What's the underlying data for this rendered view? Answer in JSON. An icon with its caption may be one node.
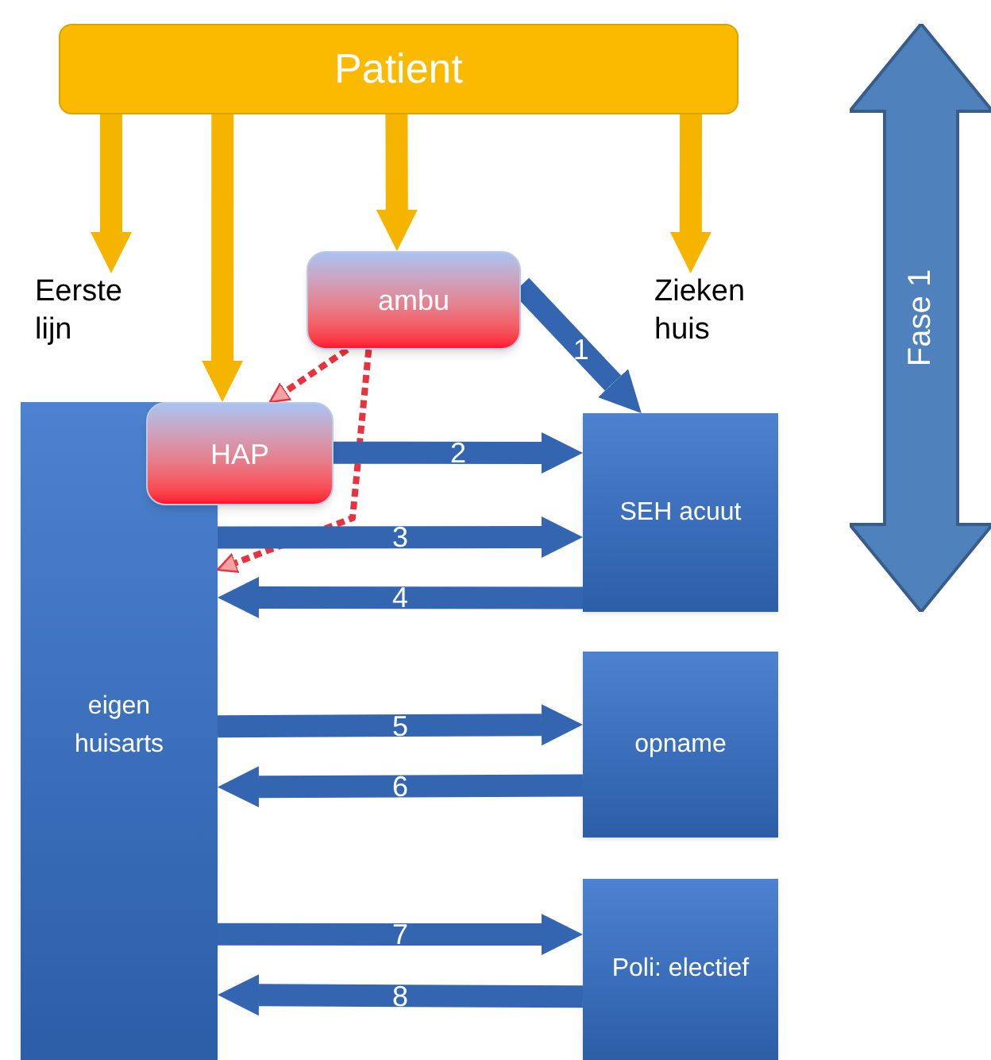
{
  "diagram": {
    "nodes": [
      {
        "text": [
          "Patient"
        ]
      },
      {
        "text": [
          "Eerste lijn"
        ]
      },
      {
        "text": [
          "Zieken huis"
        ]
      },
      {
        "text": [
          "ambu"
        ]
      },
      {
        "text": [
          "eigen huisarts"
        ]
      },
      {
        "text": [
          "HAP"
        ]
      },
      {
        "text": [
          "SEH acuut"
        ]
      },
      {
        "text": [
          "opname"
        ]
      },
      {
        "text": [
          "Poli: electief"
        ]
      },
      {
        "text": [
          "Fase 1"
        ]
      }
    ],
    "edges": [
      {
        "from": 0,
        "to": 1,
        "arrow": "to",
        "color": "#f5b400"
      },
      {
        "from": 0,
        "to": 5,
        "arrow": "to",
        "color": "#f5b400"
      },
      {
        "from": 0,
        "to": 3,
        "arrow": "to",
        "color": "#f5b400"
      },
      {
        "from": 0,
        "to": 2,
        "arrow": "to",
        "color": "#f5b400"
      },
      {
        "from": 3,
        "to": 6,
        "arrow": "to",
        "label": "1"
      },
      {
        "from": 3,
        "to": 5,
        "arrow": "to",
        "style": "dashed",
        "color": "#e8333f"
      },
      {
        "from": 3,
        "to": 4,
        "arrow": "to",
        "style": "dashed",
        "color": "#e8333f"
      },
      {
        "from": 5,
        "to": 6,
        "arrow": "to",
        "label": "2"
      },
      {
        "from": 4,
        "to": 6,
        "arrow": "to",
        "label": "3"
      },
      {
        "from": 6,
        "to": 4,
        "arrow": "to",
        "label": "4"
      },
      {
        "from": 4,
        "to": 7,
        "arrow": "to",
        "label": "5"
      },
      {
        "from": 7,
        "to": 4,
        "arrow": "to",
        "label": "6"
      },
      {
        "from": 4,
        "to": 8,
        "arrow": "to",
        "label": "7"
      },
      {
        "from": 8,
        "to": 4,
        "arrow": "to",
        "label": "8"
      }
    ]
  }
}
